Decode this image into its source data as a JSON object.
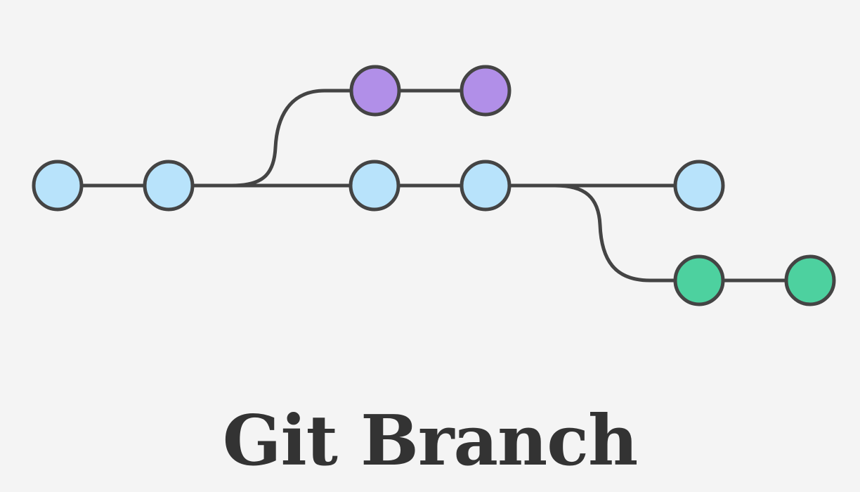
{
  "title": "Git Branch",
  "colors": {
    "background": "#f4f4f4",
    "stroke": "#444444",
    "title": "#333333"
  },
  "diagram": {
    "branches": [
      {
        "id": "main",
        "color": "#b8e3fb",
        "commits": 5
      },
      {
        "id": "feature-purple",
        "color": "#b18fe8",
        "commits": 2,
        "forks_from_after_main_commit": 2
      },
      {
        "id": "feature-green",
        "color": "#4dd19f",
        "commits": 2,
        "forks_from_after_main_commit": 4
      }
    ]
  }
}
